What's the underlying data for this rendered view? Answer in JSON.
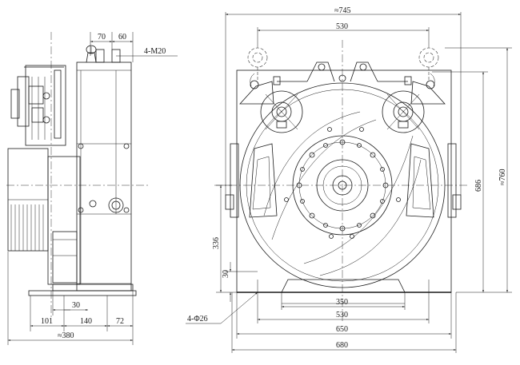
{
  "side_view": {
    "dims": {
      "top_left": "70",
      "top_right": "60",
      "bolt_note": "4-M20",
      "bottom_a": "30",
      "bottom_b": "101",
      "bottom_c": "140",
      "bottom_d": "72",
      "overall": "≈380"
    }
  },
  "front_view": {
    "dims": {
      "overall_top": "≈745",
      "pulley_span": "530",
      "height_right": "686",
      "height_overall": "≈760",
      "height_left": "336",
      "foot_left": "30",
      "hole_note": "4-Φ26",
      "base_350": "350",
      "base_530": "530",
      "base_650": "650",
      "base_680": "680"
    }
  }
}
